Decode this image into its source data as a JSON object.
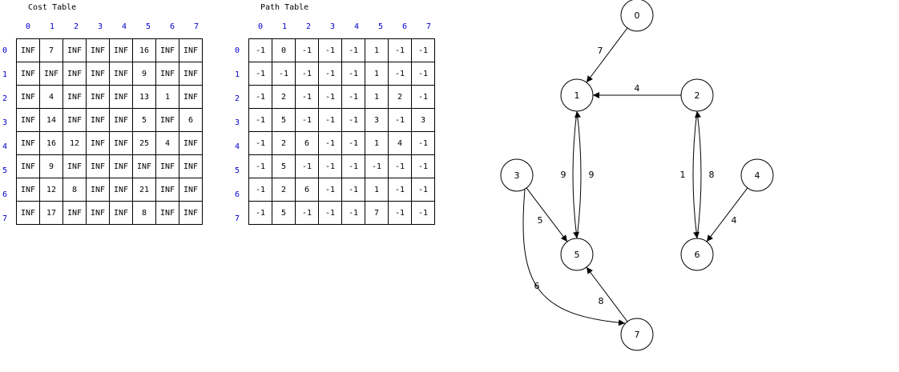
{
  "cost_table": {
    "title": "Cost Table",
    "col_headers": [
      "0",
      "1",
      "2",
      "3",
      "4",
      "5",
      "6",
      "7"
    ],
    "row_headers": [
      "0",
      "1",
      "2",
      "3",
      "4",
      "5",
      "6",
      "7"
    ],
    "rows": [
      [
        "INF",
        "7",
        "INF",
        "INF",
        "INF",
        "16",
        "INF",
        "INF"
      ],
      [
        "INF",
        "INF",
        "INF",
        "INF",
        "INF",
        "9",
        "INF",
        "INF"
      ],
      [
        "INF",
        "4",
        "INF",
        "INF",
        "INF",
        "13",
        "1",
        "INF"
      ],
      [
        "INF",
        "14",
        "INF",
        "INF",
        "INF",
        "5",
        "INF",
        "6"
      ],
      [
        "INF",
        "16",
        "12",
        "INF",
        "INF",
        "25",
        "4",
        "INF"
      ],
      [
        "INF",
        "9",
        "INF",
        "INF",
        "INF",
        "INF",
        "INF",
        "INF"
      ],
      [
        "INF",
        "12",
        "8",
        "INF",
        "INF",
        "21",
        "INF",
        "INF"
      ],
      [
        "INF",
        "17",
        "INF",
        "INF",
        "INF",
        "8",
        "INF",
        "INF"
      ]
    ]
  },
  "path_table": {
    "title": "Path Table",
    "col_headers": [
      "0",
      "1",
      "2",
      "3",
      "4",
      "5",
      "6",
      "7"
    ],
    "row_headers": [
      "0",
      "1",
      "2",
      "3",
      "4",
      "5",
      "6",
      "7"
    ],
    "rows": [
      [
        "-1",
        "0",
        "-1",
        "-1",
        "-1",
        "1",
        "-1",
        "-1"
      ],
      [
        "-1",
        "-1",
        "-1",
        "-1",
        "-1",
        "1",
        "-1",
        "-1"
      ],
      [
        "-1",
        "2",
        "-1",
        "-1",
        "-1",
        "1",
        "2",
        "-1"
      ],
      [
        "-1",
        "5",
        "-1",
        "-1",
        "-1",
        "3",
        "-1",
        "3"
      ],
      [
        "-1",
        "2",
        "6",
        "-1",
        "-1",
        "1",
        "4",
        "-1"
      ],
      [
        "-1",
        "5",
        "-1",
        "-1",
        "-1",
        "-1",
        "-1",
        "-1"
      ],
      [
        "-1",
        "2",
        "6",
        "-1",
        "-1",
        "1",
        "-1",
        "-1"
      ],
      [
        "-1",
        "5",
        "-1",
        "-1",
        "-1",
        "7",
        "-1",
        "-1"
      ]
    ]
  },
  "graph": {
    "nodes": [
      {
        "id": "0",
        "label": "0"
      },
      {
        "id": "1",
        "label": "1"
      },
      {
        "id": "2",
        "label": "2"
      },
      {
        "id": "3",
        "label": "3"
      },
      {
        "id": "4",
        "label": "4"
      },
      {
        "id": "5",
        "label": "5"
      },
      {
        "id": "6",
        "label": "6"
      },
      {
        "id": "7",
        "label": "7"
      }
    ],
    "edges": [
      {
        "from": "0",
        "to": "1",
        "weight": "7"
      },
      {
        "from": "2",
        "to": "1",
        "weight": "4"
      },
      {
        "from": "1",
        "to": "5",
        "weight": "9"
      },
      {
        "from": "5",
        "to": "1",
        "weight": "9"
      },
      {
        "from": "2",
        "to": "6",
        "weight": "1"
      },
      {
        "from": "6",
        "to": "2",
        "weight": "8"
      },
      {
        "from": "4",
        "to": "6",
        "weight": "4"
      },
      {
        "from": "3",
        "to": "5",
        "weight": "5"
      },
      {
        "from": "3",
        "to": "7",
        "weight": "6"
      },
      {
        "from": "7",
        "to": "5",
        "weight": "8"
      }
    ]
  }
}
